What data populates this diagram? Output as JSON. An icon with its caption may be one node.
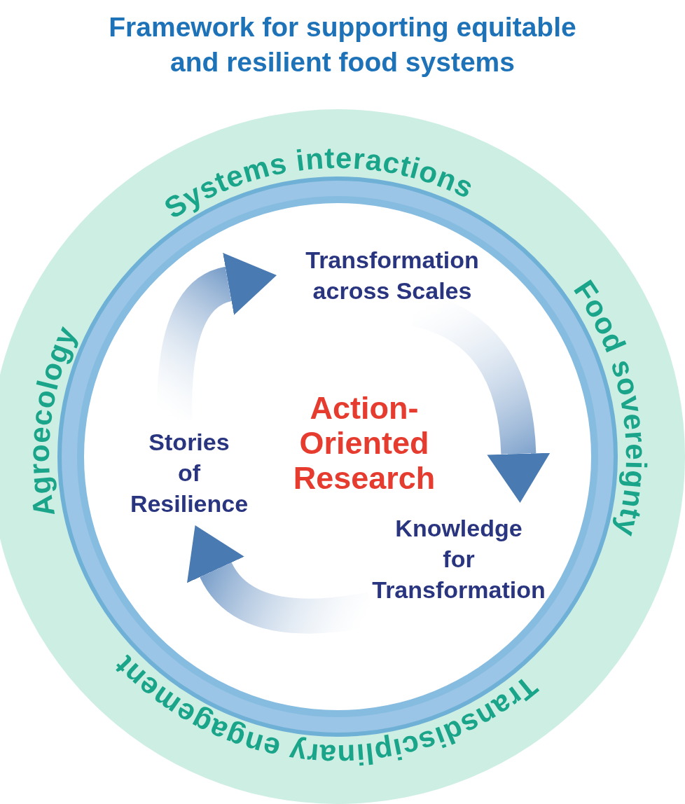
{
  "diagram": {
    "title": "Framework for supporting equitable and resilient food systems",
    "nodes": [
      {
        "text": [
          "Systems interactions",
          "Food sovereignty",
          "Transdisciplinary engagement",
          "Agroecology"
        ]
      },
      {
        "text": [
          "Transformation across Scales"
        ],
        "in": 0
      },
      {
        "text": [
          "Knowledge for Transformation"
        ],
        "in": 0
      },
      {
        "text": [
          "Stories of Resilience"
        ],
        "in": 0
      },
      {
        "text": [
          "Action-Oriented Research"
        ],
        "in": 0
      }
    ],
    "edges": [
      {
        "from": 3,
        "to": 1,
        "arrow": "to"
      },
      {
        "from": 1,
        "to": 2,
        "arrow": "to"
      },
      {
        "from": 2,
        "to": 3,
        "arrow": "to"
      }
    ]
  }
}
